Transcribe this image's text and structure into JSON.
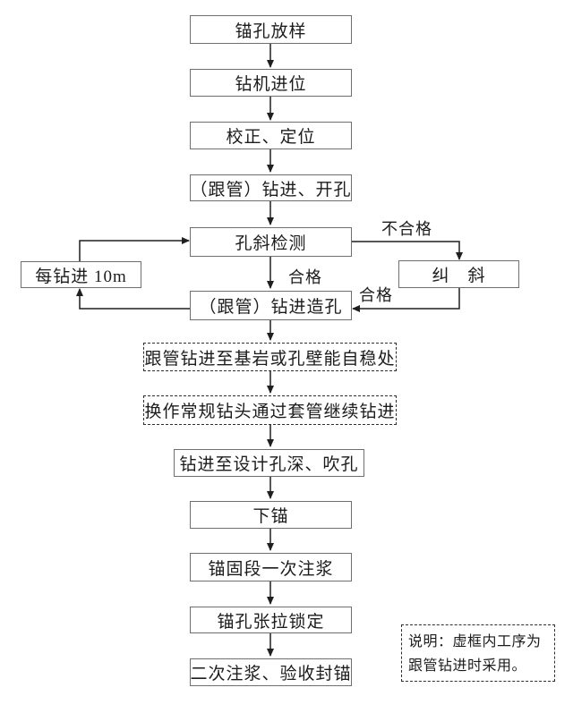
{
  "flowchart": {
    "nodes": {
      "survey": "锚孔放样",
      "rig_in": "钻机进位",
      "align": "校正、定位",
      "open_hole": "（跟管）钻进、开孔",
      "deviation_check": "孔斜检测",
      "every_10m": "每钻进 10m",
      "rectify": "纠　斜",
      "drill_hole": "（跟管）钻进造孔",
      "casing_to_stable": "跟管钻进至基岩或孔壁能自稳处",
      "switch_bit": "换作常规钻头通过套管继续钻进",
      "drill_to_depth": "钻进至设计孔深、吹孔",
      "set_anchor": "下锚",
      "primary_grout": "锚固段一次注浆",
      "tension_lock": "锚孔张拉锁定",
      "secondary_grout": "二次注浆、验收封锚"
    },
    "edge_labels": {
      "fail": "不合格",
      "pass_down": "合格",
      "pass_back": "合格"
    },
    "note": "说明：虚框内工序为跟管钻进时采用。",
    "colors": {
      "box_border": "#6f6f6f",
      "dashed_border": "#2e2e2e",
      "line": "#1f1f1f",
      "text": "#1c1c1c",
      "background": "#ffffff"
    }
  }
}
